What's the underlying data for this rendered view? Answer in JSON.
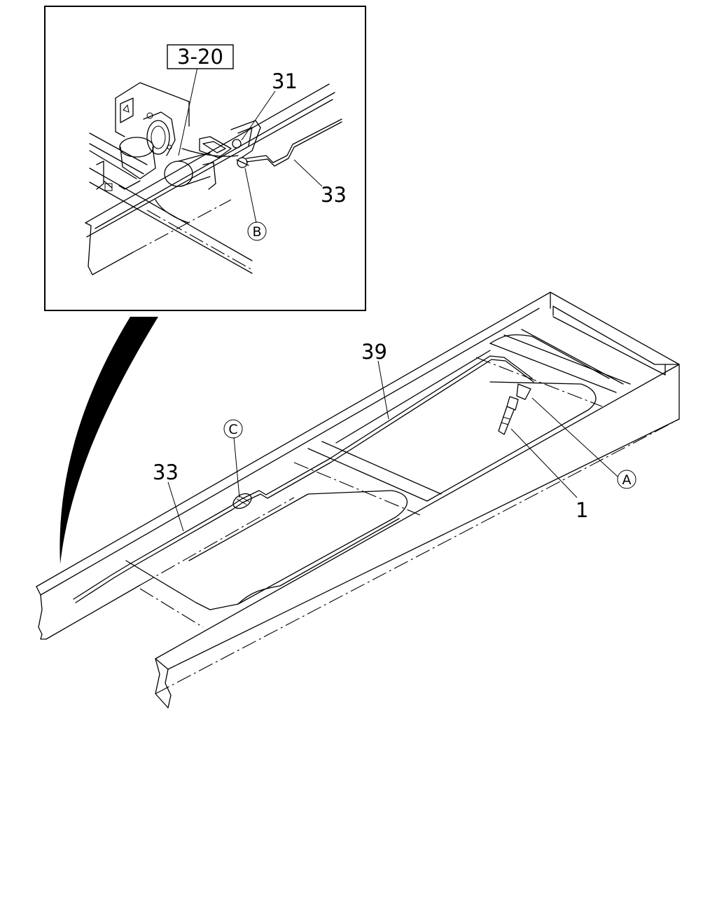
{
  "inset": {
    "ref_label": "3-20",
    "callouts": {
      "c31": "31",
      "c33": "33",
      "cB": "B"
    }
  },
  "main": {
    "callouts": {
      "c39": "39",
      "c33": "33",
      "cC": "C",
      "cA": "A",
      "c1": "1"
    }
  }
}
